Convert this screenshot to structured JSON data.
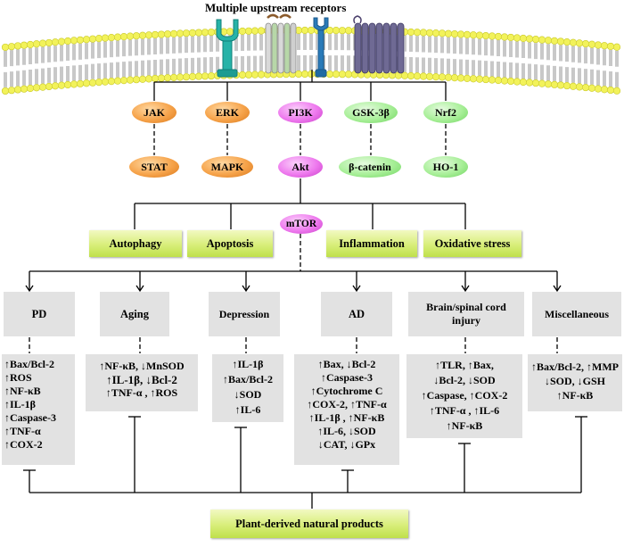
{
  "header": {
    "title": "Multiple upstream receptors"
  },
  "pathways": [
    {
      "upper": "JAK",
      "lower": "STAT",
      "upper_color": "orange",
      "lower_color": "orange"
    },
    {
      "upper": "ERK",
      "lower": "MAPK",
      "upper_color": "orange",
      "lower_color": "orange"
    },
    {
      "upper": "PI3K",
      "lower": "Akt",
      "upper_color": "magenta",
      "lower_color": "magenta"
    },
    {
      "upper": "GSK-3β",
      "lower": "β-catenin",
      "upper_color": "green",
      "lower_color": "green"
    },
    {
      "upper": "Nrf2",
      "lower": "HO-1",
      "upper_color": "green",
      "lower_color": "green"
    }
  ],
  "hub": {
    "label": "mTOR"
  },
  "processes": [
    "Autophagy",
    "Apoptosis",
    "Inflammation",
    "Oxidative stress"
  ],
  "diseases": [
    {
      "name": "PD",
      "markers": [
        "↑Bax/Bcl-2",
        "↑ROS",
        "↑NF-κB",
        "↑IL-1β",
        "↑Caspase-3",
        "↑TNF-α",
        "↑COX-2"
      ]
    },
    {
      "name": "Aging",
      "markers": [
        "↑NF-κB, ↓MnSOD",
        "↑IL-1β, ↓Bcl-2",
        "↑TNF-α , ↑ROS"
      ]
    },
    {
      "name": "Depression",
      "markers": [
        "↑IL-1β",
        "↑Bax/Bcl-2",
        "↓SOD",
        "↑IL-6"
      ]
    },
    {
      "name": "AD",
      "markers": [
        "↑Bax, ↓Bcl-2",
        "↑Caspase-3",
        "↑Cytochrome C",
        "↑COX-2, ↑TNF-α",
        "↑IL-1β , ↑NF-κB",
        "↑IL-6, ↓SOD",
        "↓CAT, ↓GPx"
      ]
    },
    {
      "name": "Brain/spinal cord injury",
      "markers": [
        "↑TLR, ↑Bax,",
        "↓Bcl-2, ↓SOD",
        "↑Caspase, ↑COX-2",
        "↑TNF-α , ↑IL-6",
        "↑NF-κB"
      ]
    },
    {
      "name": "Miscellaneous",
      "markers": [
        "↑Bax/Bcl-2, ↑MMP",
        "↓SOD, ↓GSH",
        "↑NF-κB"
      ]
    }
  ],
  "footer": {
    "label": "Plant-derived natural products"
  },
  "colors": {
    "membrane": "#f2f25a",
    "orange": "#f6a34a",
    "magenta": "#ee79ee",
    "green": "#a8ef98",
    "box_gray": "#e2e2e2",
    "yellow_box": "#d8ee7a"
  }
}
